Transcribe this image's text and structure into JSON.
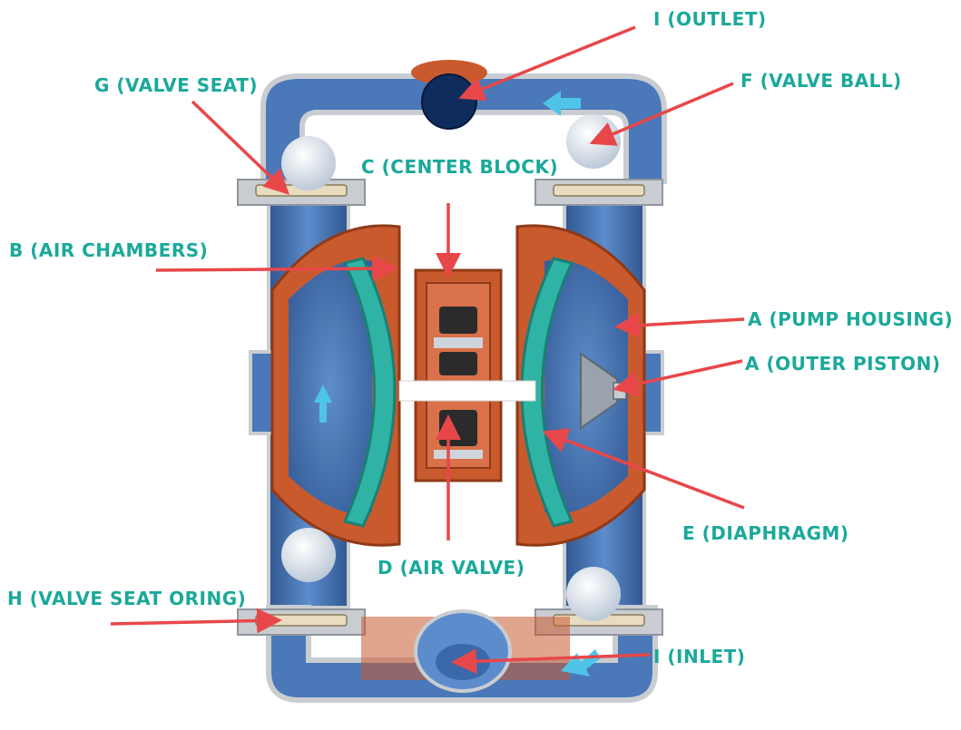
{
  "colors": {
    "label": "#1aa99a",
    "arrow": "#e8474a",
    "housing_blue": "#4a78b8",
    "housing_dark": "#2f5690",
    "housing_light": "#7fa2d2",
    "metal": "#c9cdd2",
    "rust": "#c95a2e",
    "diaphragm": "#2fb3a4",
    "ball": "#dfe6ee",
    "outlet_dark": "#0f2d5c",
    "flow_arrow": "#4fc3e8"
  },
  "labels": {
    "outlet": "I (OUTLET)",
    "valve_seat": "G (VALVE SEAT)",
    "valve_ball": "F (VALVE BALL)",
    "center_block": "C (CENTER BLOCK)",
    "air_chambers": "B (AIR CHAMBERS)",
    "pump_housing": "A (PUMP HOUSING)",
    "outer_piston": "A (OUTER PISTON)",
    "diaphragm": "E (DIAPHRAGM)",
    "air_valve": "D (AIR VALVE)",
    "valve_seat_oring": "H (VALVE SEAT ORING)",
    "inlet": "I (INLET)"
  }
}
